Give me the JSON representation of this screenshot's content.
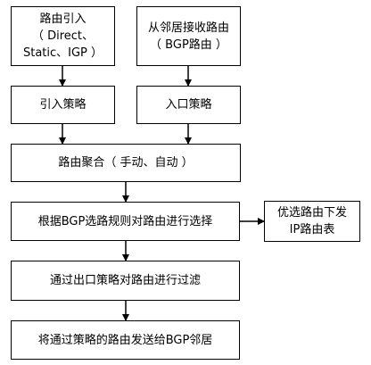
{
  "nodes": {
    "route_import": {
      "lines": [
        "路由引入",
        "（ Direct、",
        "Static、IGP ）"
      ]
    },
    "receive_from_neighbor": {
      "lines": [
        "从邻居接收路由",
        "（ BGP路由 ）"
      ]
    },
    "import_policy": {
      "label": "引入策略"
    },
    "inbound_policy": {
      "label": "入口策略"
    },
    "route_aggregation": {
      "label": "路由聚合（ 手动、自动 ）"
    },
    "route_selection": {
      "label": "根据BGP选路规则对路由进行选择"
    },
    "deliver_to_ip_table": {
      "lines": [
        "优选路由下发",
        "IP路由表"
      ]
    },
    "outbound_filter": {
      "label": "通过出口策略对路由进行过滤"
    },
    "send_to_neighbor": {
      "label": "将通过策略的路由发送给BGP邻居"
    }
  },
  "colors": {
    "line": "#000000",
    "box_border": "#000000",
    "background": "#ffffff"
  }
}
